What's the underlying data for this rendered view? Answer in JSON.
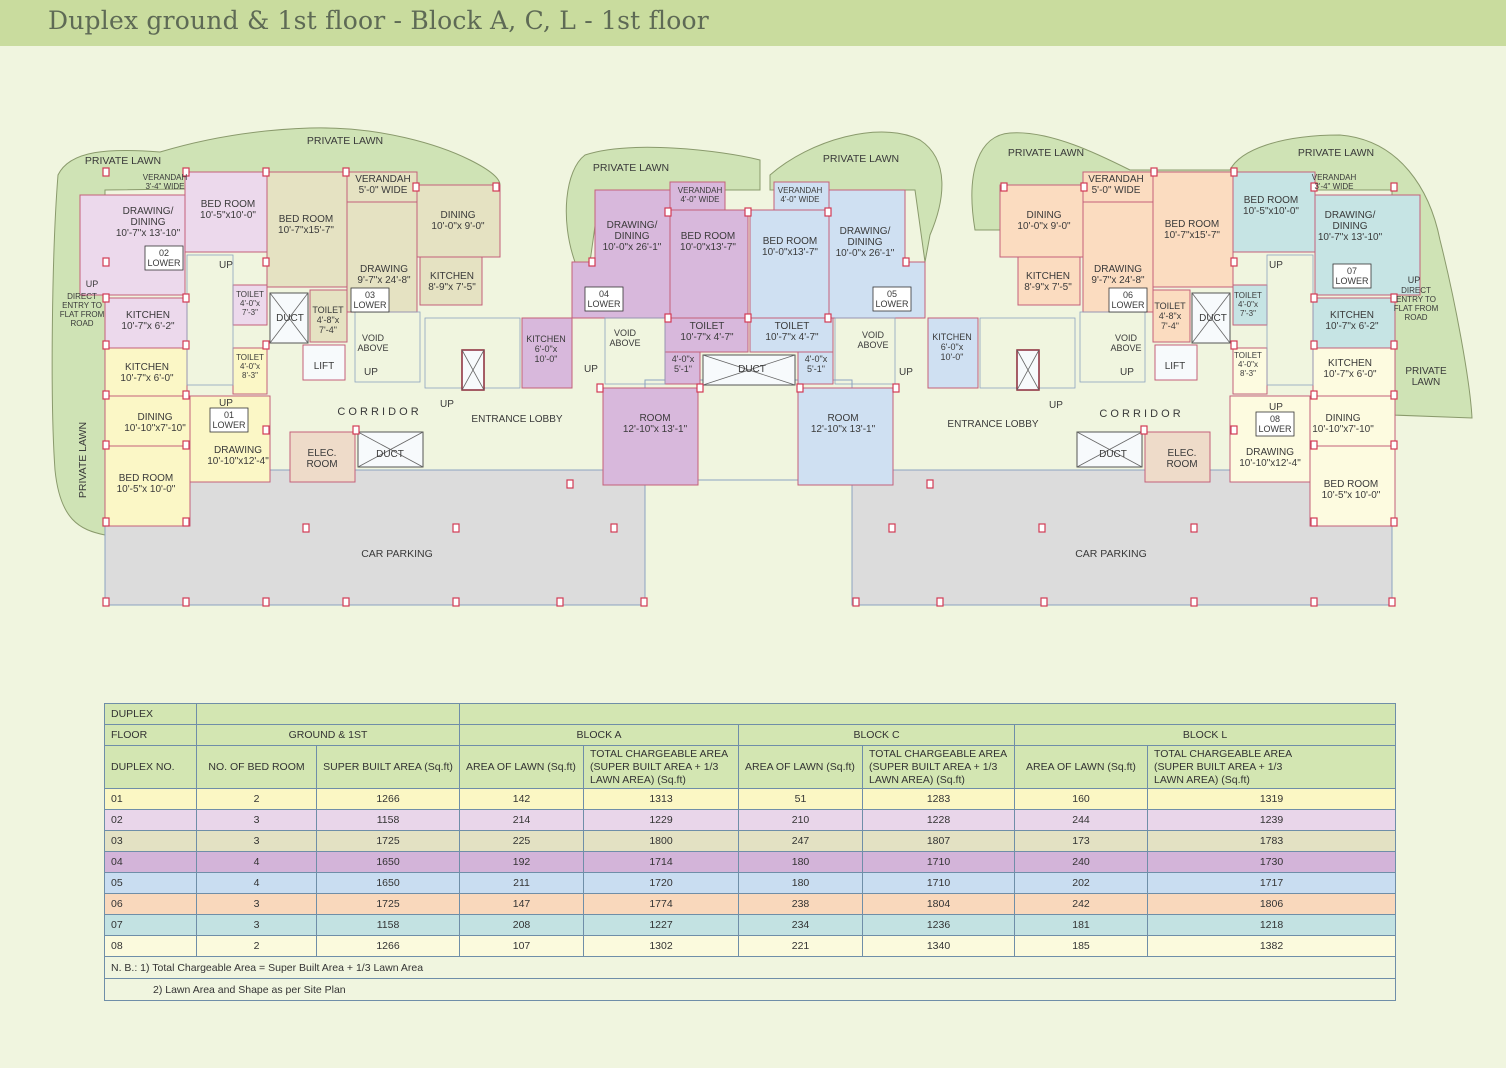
{
  "title": "Duplex ground & 1st floor - Block A, C, L - 1st floor",
  "plan": {
    "lawn_labels": [
      "PRIVATE LAWN",
      "PRIVATE LAWN",
      "PRIVATE LAWN",
      "PRIVATE LAWN",
      "PRIVATE LAWN",
      "PRIVATE LAWN",
      "PRIVATE LAWN",
      "PRIVATE LAWN"
    ],
    "corridor": "C O R R I D O R",
    "entrance_lobby": "ENTRANCE LOBBY",
    "car_parking": "CAR PARKING",
    "lift": "LIFT",
    "duct": "DUCT",
    "elec_room": [
      "ELEC.",
      "ROOM"
    ],
    "up": "UP",
    "direct_entry": [
      "DIRECT",
      "ENTRY TO",
      "FLAT FROM",
      "ROAD"
    ],
    "rooms": [
      {
        "n": "dr02",
        "t": [
          "DRAWING/",
          "DINING",
          "10'-7\"x 13'-10\""
        ]
      },
      {
        "n": "br02",
        "t": [
          "BED ROOM",
          "10'-5\"x10'-0\""
        ]
      },
      {
        "n": "br03",
        "t": [
          "BED ROOM",
          "10'-7\"x15'-7\""
        ]
      },
      {
        "n": "ve03",
        "t": [
          "VERANDAH",
          "5'-0\" WIDE"
        ]
      },
      {
        "n": "ve02",
        "t": [
          "VERANDAH",
          "3'-4\" WIDE"
        ]
      },
      {
        "n": "di03",
        "t": [
          "DINING",
          "10'-0\"x 9'-0\""
        ]
      },
      {
        "n": "dw03",
        "t": [
          "DRAWING",
          "9'-7\"x 24'-8\""
        ]
      },
      {
        "n": "ki03",
        "t": [
          "KITCHEN",
          "8'-9\"x 7'-5\""
        ]
      },
      {
        "n": "ki02",
        "t": [
          "KITCHEN",
          "10'-7\"x 6'-2\""
        ]
      },
      {
        "n": "to02",
        "t": [
          "TOILET",
          "4'-0\"x",
          "7'-3\""
        ]
      },
      {
        "n": "to03",
        "t": [
          "TOILET",
          "4'-8\"x",
          "7'-4\""
        ]
      },
      {
        "n": "ki01",
        "t": [
          "KITCHEN",
          "10'-7\"x 6'-0\""
        ]
      },
      {
        "n": "to01",
        "t": [
          "TOILET",
          "4'-0\"x",
          "8'-3\""
        ]
      },
      {
        "n": "di01",
        "t": [
          "DINING",
          "10'-10\"x7'-10\""
        ]
      },
      {
        "n": "dw01",
        "t": [
          "DRAWING",
          "10'-10\"x12'-4\""
        ]
      },
      {
        "n": "br01",
        "t": [
          "BED ROOM",
          "10'-5\"x 10'-0\""
        ]
      },
      {
        "n": "dr04",
        "t": [
          "DRAWING/",
          "DINING",
          "10'-0\"x 26'-1\""
        ]
      },
      {
        "n": "ve04",
        "t": [
          "VERANDAH",
          "4'-0\" WIDE"
        ]
      },
      {
        "n": "br04",
        "t": [
          "BED ROOM",
          "10'-0\"x13'-7\""
        ]
      },
      {
        "n": "ki04",
        "t": [
          "KITCHEN",
          "6'-0\"x",
          "10'-0\""
        ]
      },
      {
        "n": "to04",
        "t": [
          "TOILET",
          "10'-7\"x 4'-7\""
        ]
      },
      {
        "n": "sm04",
        "t": [
          "4'-0\"x",
          "5'-1\""
        ]
      },
      {
        "n": "rm04",
        "t": [
          "ROOM",
          "12'-10\"x 13'-1\""
        ]
      },
      {
        "n": "ve05",
        "t": [
          "VERANDAH",
          "4'-0\" WIDE"
        ]
      },
      {
        "n": "br05",
        "t": [
          "BED ROOM",
          "10'-0\"x13'-7\""
        ]
      },
      {
        "n": "dr05",
        "t": [
          "DRAWING/",
          "DINING",
          "10'-0\"x 26'-1\""
        ]
      },
      {
        "n": "to05",
        "t": [
          "TOILET",
          "10'-7\"x 4'-7\""
        ]
      },
      {
        "n": "sm05",
        "t": [
          "4'-0\"x",
          "5'-1\""
        ]
      },
      {
        "n": "ki05",
        "t": [
          "KITCHEN",
          "6'-0\"x",
          "10'-0\""
        ]
      },
      {
        "n": "rm05",
        "t": [
          "ROOM",
          "12'-10\"x 13'-1\""
        ]
      },
      {
        "n": "di06",
        "t": [
          "DINING",
          "10'-0\"x 9'-0\""
        ]
      },
      {
        "n": "ve06",
        "t": [
          "VERANDAH",
          "5'-0\" WIDE"
        ]
      },
      {
        "n": "br06",
        "t": [
          "BED ROOM",
          "10'-7\"x15'-7\""
        ]
      },
      {
        "n": "ki06",
        "t": [
          "KITCHEN",
          "8'-9\"x 7'-5\""
        ]
      },
      {
        "n": "dw06",
        "t": [
          "DRAWING",
          "9'-7\"x 24'-8\""
        ]
      },
      {
        "n": "to06",
        "t": [
          "TOILET",
          "4'-8\"x",
          "7'-4\""
        ]
      },
      {
        "n": "br07",
        "t": [
          "BED ROOM",
          "10'-5\"x10'-0\""
        ]
      },
      {
        "n": "ve07",
        "t": [
          "VERANDAH",
          "3'-4\" WIDE"
        ]
      },
      {
        "n": "dr07",
        "t": [
          "DRAWING/",
          "DINING",
          "10'-7\"x 13'-10\""
        ]
      },
      {
        "n": "to07",
        "t": [
          "TOILET",
          "4'-0\"x",
          "7'-3\""
        ]
      },
      {
        "n": "ki07",
        "t": [
          "KITCHEN",
          "10'-7\"x 6'-2\""
        ]
      },
      {
        "n": "to08",
        "t": [
          "TOILET",
          "4'-0\"x",
          "8'-3\""
        ]
      },
      {
        "n": "ki08",
        "t": [
          "KITCHEN",
          "10'-7\"x 6'-0\""
        ]
      },
      {
        "n": "di08",
        "t": [
          "DINING",
          "10'-10\"x7'-10\""
        ]
      },
      {
        "n": "dw08",
        "t": [
          "DRAWING",
          "10'-10\"x12'-4\""
        ]
      },
      {
        "n": "br08",
        "t": [
          "BED ROOM",
          "10'-5\"x 10'-0\""
        ]
      },
      {
        "n": "void3",
        "t": [
          "VOID",
          "ABOVE"
        ]
      },
      {
        "n": "void4",
        "t": [
          "VOID",
          "ABOVE"
        ]
      },
      {
        "n": "void5",
        "t": [
          "VOID",
          "ABOVE"
        ]
      },
      {
        "n": "void6",
        "t": [
          "VOID",
          "ABOVE"
        ]
      }
    ],
    "unit_tags": [
      {
        "n": "tag02",
        "t": [
          "02",
          "LOWER"
        ]
      },
      {
        "n": "tag03",
        "t": [
          "03",
          "LOWER"
        ]
      },
      {
        "n": "tag01",
        "t": [
          "01",
          "LOWER"
        ]
      },
      {
        "n": "tag04",
        "t": [
          "04",
          "LOWER"
        ]
      },
      {
        "n": "tag05",
        "t": [
          "05",
          "LOWER"
        ]
      },
      {
        "n": "tag06",
        "t": [
          "06",
          "LOWER"
        ]
      },
      {
        "n": "tag07",
        "t": [
          "07",
          "LOWER"
        ]
      },
      {
        "n": "tag08",
        "t": [
          "08",
          "LOWER"
        ]
      }
    ],
    "colors": {
      "u01": "#fbf7c6",
      "u02": "#ecd9ec",
      "u03": "#e5e2c2",
      "u04": "#d8b8dc",
      "u05": "#cfe0f2",
      "u06": "#fbdcc0",
      "u07": "#c6e4e4",
      "u08": "#fdfbe0",
      "lawn": "#cfe3b5",
      "parking": "#dcdcdc"
    }
  },
  "table": {
    "duplex": "DUPLEX",
    "floor": "FLOOR",
    "ground_1st": "GROUND & 1ST",
    "block_a": "BLOCK A",
    "block_c": "BLOCK C",
    "block_l": "BLOCK L",
    "h_duplex_no": "DUPLEX NO.",
    "h_bed": "NO. OF BED ROOM",
    "h_sba": "SUPER BUILT AREA (Sq.ft)",
    "h_lawn": "AREA OF LAWN (Sq.ft)",
    "h_total": [
      "TOTAL CHARGEABLE AREA",
      "(SUPER BUILT AREA + 1/3",
      "LAWN AREA) (Sq.ft)"
    ],
    "rows": [
      {
        "no": "01",
        "bed": "2",
        "sba": "1266",
        "a_lawn": "142",
        "a_total": "1313",
        "c_lawn": "51",
        "c_total": "1283",
        "l_lawn": "160",
        "l_total": "1319"
      },
      {
        "no": "02",
        "bed": "3",
        "sba": "1158",
        "a_lawn": "214",
        "a_total": "1229",
        "c_lawn": "210",
        "c_total": "1228",
        "l_lawn": "244",
        "l_total": "1239"
      },
      {
        "no": "03",
        "bed": "3",
        "sba": "1725",
        "a_lawn": "225",
        "a_total": "1800",
        "c_lawn": "247",
        "c_total": "1807",
        "l_lawn": "173",
        "l_total": "1783"
      },
      {
        "no": "04",
        "bed": "4",
        "sba": "1650",
        "a_lawn": "192",
        "a_total": "1714",
        "c_lawn": "180",
        "c_total": "1710",
        "l_lawn": "240",
        "l_total": "1730"
      },
      {
        "no": "05",
        "bed": "4",
        "sba": "1650",
        "a_lawn": "211",
        "a_total": "1720",
        "c_lawn": "180",
        "c_total": "1710",
        "l_lawn": "202",
        "l_total": "1717"
      },
      {
        "no": "06",
        "bed": "3",
        "sba": "1725",
        "a_lawn": "147",
        "a_total": "1774",
        "c_lawn": "238",
        "c_total": "1804",
        "l_lawn": "242",
        "l_total": "1806"
      },
      {
        "no": "07",
        "bed": "3",
        "sba": "1158",
        "a_lawn": "208",
        "a_total": "1227",
        "c_lawn": "234",
        "c_total": "1236",
        "l_lawn": "181",
        "l_total": "1218"
      },
      {
        "no": "08",
        "bed": "2",
        "sba": "1266",
        "a_lawn": "107",
        "a_total": "1302",
        "c_lawn": "221",
        "c_total": "1340",
        "l_lawn": "185",
        "l_total": "1382"
      }
    ],
    "row_colors": [
      "#fbf7c4",
      "#e9d6ea",
      "#e3e1c3",
      "#d3b4d9",
      "#c9ddf1",
      "#f9d8bc",
      "#c3e2e2",
      "#fbfadd"
    ],
    "note1": "N. B.: 1) Total Chargeable Area = Super Built Area + 1/3 Lawn Area",
    "note2": "2) Lawn Area and Shape as per Site Plan"
  }
}
